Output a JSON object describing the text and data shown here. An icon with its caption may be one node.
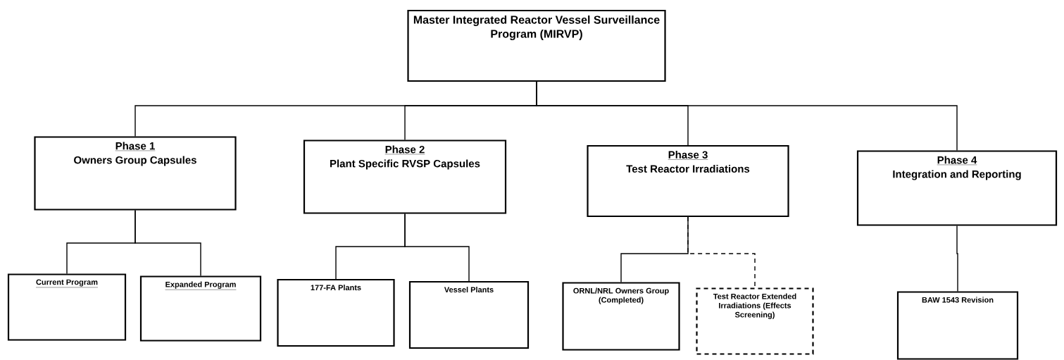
{
  "diagram": {
    "nodes": [
      {
        "text": [
          "Master Integrated Reactor Vessel Surveillance Program (MIRVP)"
        ]
      },
      {
        "text": [
          "Phase 1",
          "Owners Group Capsules"
        ]
      },
      {
        "text": [
          "Phase 2",
          "Plant Specific RVSP Capsules"
        ]
      },
      {
        "text": [
          "Phase 3",
          "Test Reactor Irradiations"
        ]
      },
      {
        "text": [
          "Phase 4",
          "Integration and Reporting"
        ]
      },
      {
        "text": [
          "Current Program"
        ]
      },
      {
        "text": [
          "Expanded Program"
        ]
      },
      {
        "text": [
          "177-FA Plants"
        ]
      },
      {
        "text": [
          "Vessel Plants"
        ]
      },
      {
        "text": [
          "ORNL/NRL Owners Group (Completed)"
        ]
      },
      {
        "text": [
          "Test Reactor Extended Irradiations (Effects Screening)"
        ]
      },
      {
        "text": [
          "BAW 1543 Revision"
        ]
      }
    ],
    "edges": [
      {
        "from": 0,
        "to": 1,
        "arrow": "none"
      },
      {
        "from": 0,
        "to": 2,
        "arrow": "none"
      },
      {
        "from": 0,
        "to": 3,
        "arrow": "none"
      },
      {
        "from": 0,
        "to": 4,
        "arrow": "none"
      },
      {
        "from": 1,
        "to": 5,
        "arrow": "none"
      },
      {
        "from": 1,
        "to": 6,
        "arrow": "none"
      },
      {
        "from": 2,
        "to": 7,
        "arrow": "none"
      },
      {
        "from": 2,
        "to": 8,
        "arrow": "none"
      },
      {
        "from": 3,
        "to": 9,
        "arrow": "none"
      },
      {
        "from": 3,
        "to": 10,
        "arrow": "none",
        "style": "dashed"
      },
      {
        "from": 4,
        "to": 11,
        "arrow": "none"
      }
    ]
  }
}
